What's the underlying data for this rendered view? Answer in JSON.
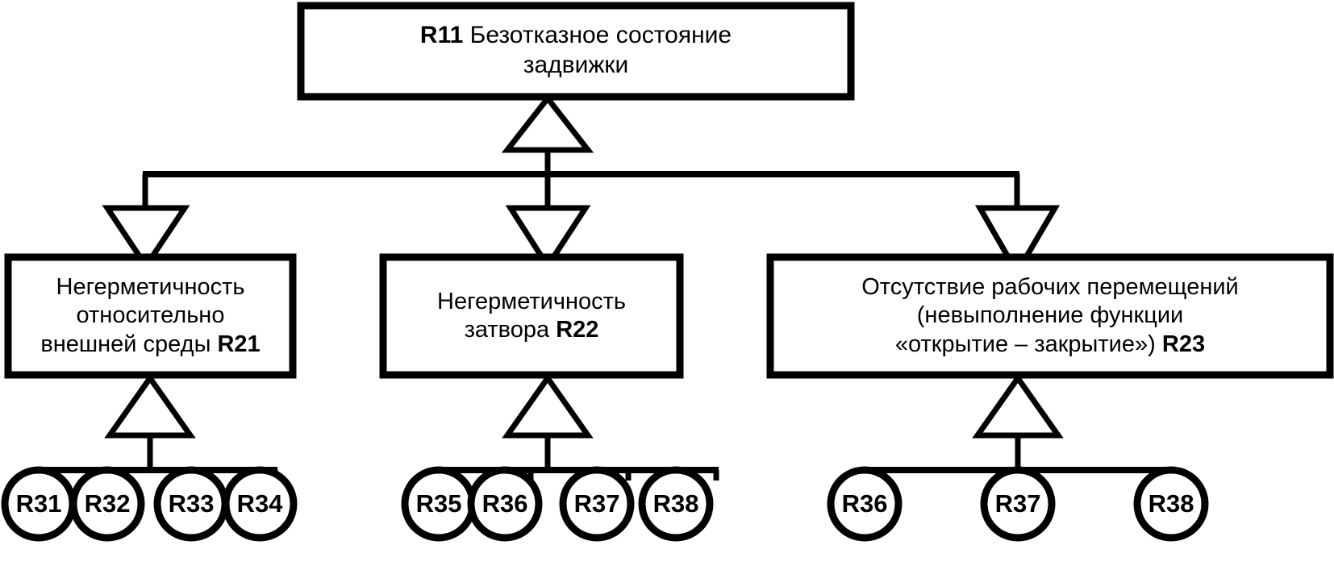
{
  "diagram": {
    "kind": "fault-tree",
    "title_text": "",
    "stroke_color": "#000000",
    "fill_color": "#ffffff",
    "top_node": {
      "id": "R11",
      "code": "R11",
      "text": "Безотказное состояние",
      "text_line2": "задвижки",
      "full_text": "R11 Безотказное состояние задвижки"
    },
    "level2": [
      {
        "id": "R21",
        "code": "R21",
        "line1": "Негерметичность",
        "line2": "относительно",
        "line3": "внешней среды",
        "full_text": "Негерметичность относительно внешней среды R21"
      },
      {
        "id": "R22",
        "code": "R22",
        "line1": "Негерметичность",
        "line2": "затвора",
        "line3": "",
        "full_text": "Негерметичность затвора R22"
      },
      {
        "id": "R23",
        "code": "R23",
        "line1": "Отсутствие рабочих перемещений",
        "line2": "(невыполнение функции",
        "line3": "«открытие – закрытие»)",
        "full_text": "Отсутствие рабочих перемещений (невыполнение функции «открытие – закрытие») R23"
      }
    ],
    "leaves": {
      "group_left": [
        "R31",
        "R32",
        "R33",
        "R34"
      ],
      "group_middle": [
        "R35",
        "R36",
        "R37",
        "R38"
      ],
      "group_right": [
        "R36",
        "R37",
        "R38"
      ]
    },
    "gates": {
      "top_gate_name": "triangle-up-gate",
      "branch_gate_name": "triangle-down-gate",
      "leaf_gate_name": "triangle-up-gate"
    }
  }
}
